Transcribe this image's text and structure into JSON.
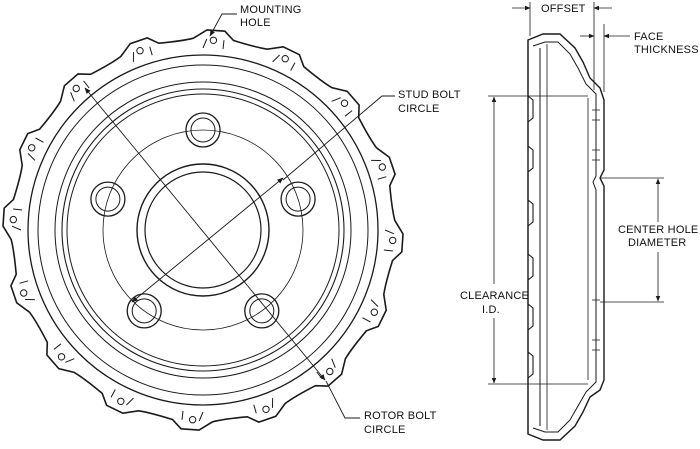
{
  "labels": {
    "mounting_hole": [
      "MOUNTING",
      "HOLE"
    ],
    "stud_bolt_circle": [
      "STUD BOLT",
      "CIRCLE"
    ],
    "rotor_bolt_circle": [
      "ROTOR BOLT",
      "CIRCLE"
    ],
    "offset": "OFFSET",
    "face_thickness": [
      "FACE",
      "THICKNESS"
    ],
    "center_hole_diameter": [
      "CENTER HOLE",
      "DIAMETER"
    ],
    "clearance_id": [
      "CLEARANCE",
      "I.D."
    ]
  },
  "colors": {
    "line": "#1a1a1a",
    "background": "#ffffff"
  }
}
